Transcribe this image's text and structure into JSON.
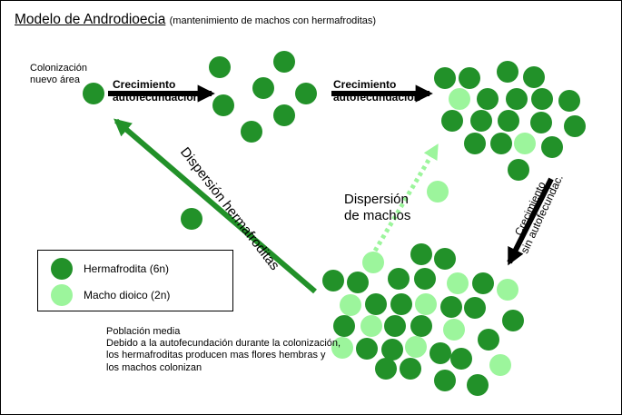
{
  "title": {
    "main": "Modelo de Androdioecia",
    "subtitle": "(mantenimiento de machos con hermafroditas)"
  },
  "colors": {
    "hermafrodita": "#229129",
    "macho": "#9cf59c",
    "arrow_black": "#000000",
    "arrow_green": "#229129"
  },
  "labels": {
    "colonizacion": [
      "Colonización",
      "nuevo área"
    ],
    "crecimiento_1": [
      "Crecimiento",
      "autofecundación"
    ],
    "crecimiento_2": [
      "Crecimiento",
      "autofecundación"
    ],
    "crecimiento_sin": [
      "Crecimiento",
      "sin autofecundac."
    ],
    "dispersion_hermafroditas": "Dispersión hermafroditas",
    "dispersion_machos": [
      "Dispersión",
      "de machos"
    ],
    "poblacion_media": [
      "Población media",
      "Debido a la autofecundación durante la colonización,",
      "los hermafroditas producen mas flores hembras y",
      "los machos colonizan"
    ]
  },
  "legend": [
    {
      "label": "Hermafrodita (6n)",
      "type": "hermafrodita"
    },
    {
      "label": "Macho dioico (2n)",
      "type": "macho"
    }
  ]
}
